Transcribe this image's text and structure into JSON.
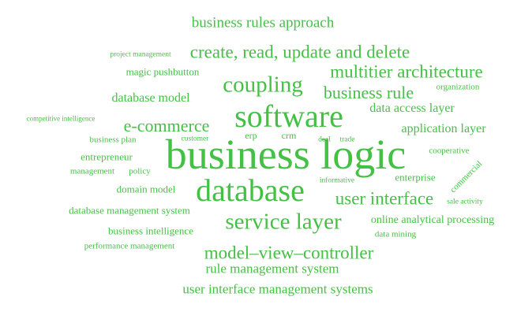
{
  "cloud": {
    "text_color": "#44c144",
    "words": [
      "business rules approach",
      "project management",
      "create, read, update and delete",
      "magic pushbutton",
      "multitier architecture",
      "coupling",
      "organization",
      "database model",
      "business rule",
      "data access layer",
      "competitive intelligence",
      "software",
      "e-commerce",
      "application layer",
      "business plan",
      "customer",
      "erp",
      "crm",
      "deal",
      "trade",
      "cooperative",
      "business logic",
      "entrepreneur",
      "management",
      "policy",
      "commercial",
      "informative",
      "enterprise",
      "domain model",
      "database",
      "user interface",
      "sale activity",
      "database management system",
      "online analytical processing",
      "service layer",
      "business intelligence",
      "data mining",
      "performance management",
      "model–view–controller",
      "rule management system",
      "user interface management systems"
    ]
  }
}
